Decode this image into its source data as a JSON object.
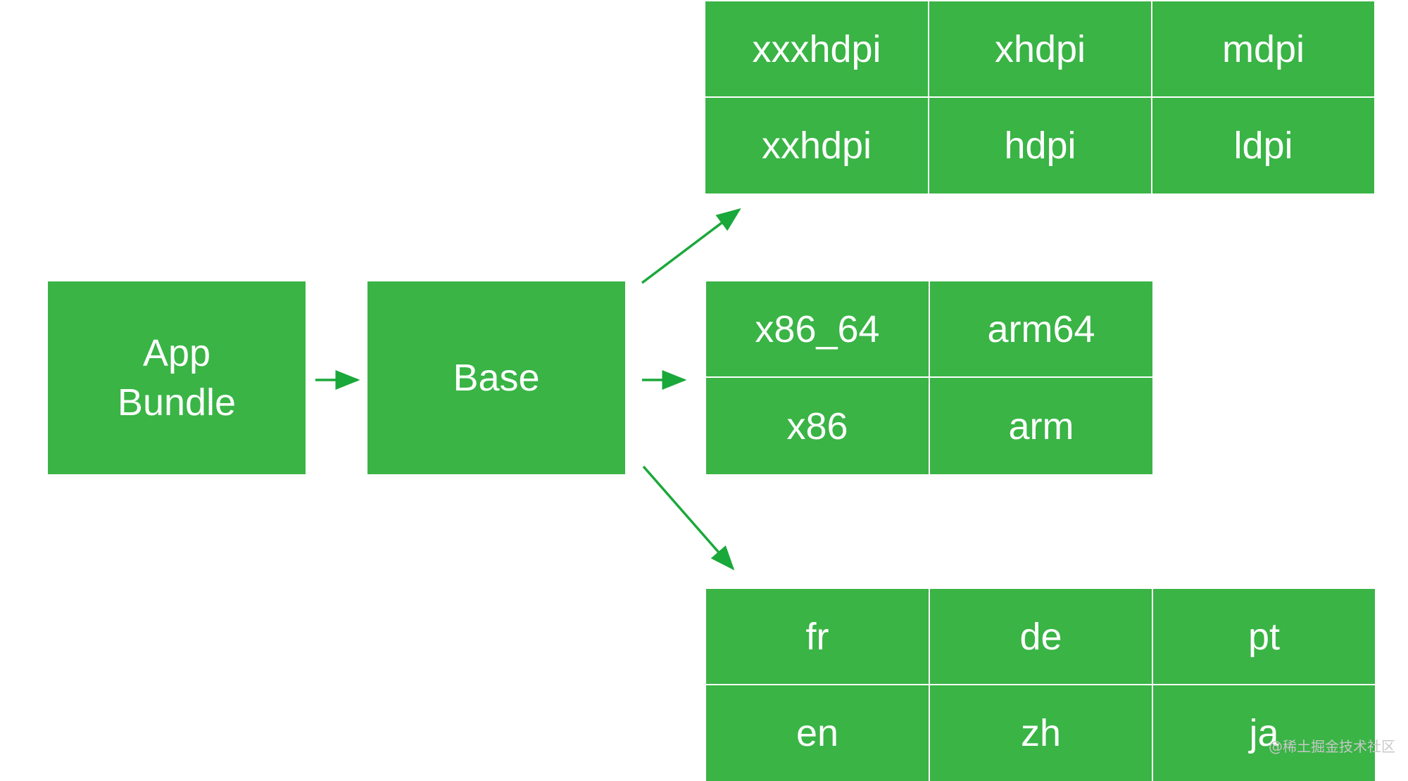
{
  "app_bundle": {
    "line1": "App",
    "line2": "Bundle"
  },
  "base": {
    "label": "Base"
  },
  "density": {
    "cells": [
      "xxxhdpi",
      "xhdpi",
      "mdpi",
      "xxhdpi",
      "hdpi",
      "ldpi"
    ]
  },
  "abi": {
    "cells": [
      "x86_64",
      "arm64",
      "x86",
      "arm"
    ]
  },
  "language": {
    "cells": [
      "fr",
      "de",
      "pt",
      "en",
      "zh",
      "ja"
    ]
  },
  "colors": {
    "box_fill": "#39b445",
    "arrow": "#1aa83a",
    "text": "#ffffff"
  },
  "watermark": "@稀土掘金技术社区"
}
